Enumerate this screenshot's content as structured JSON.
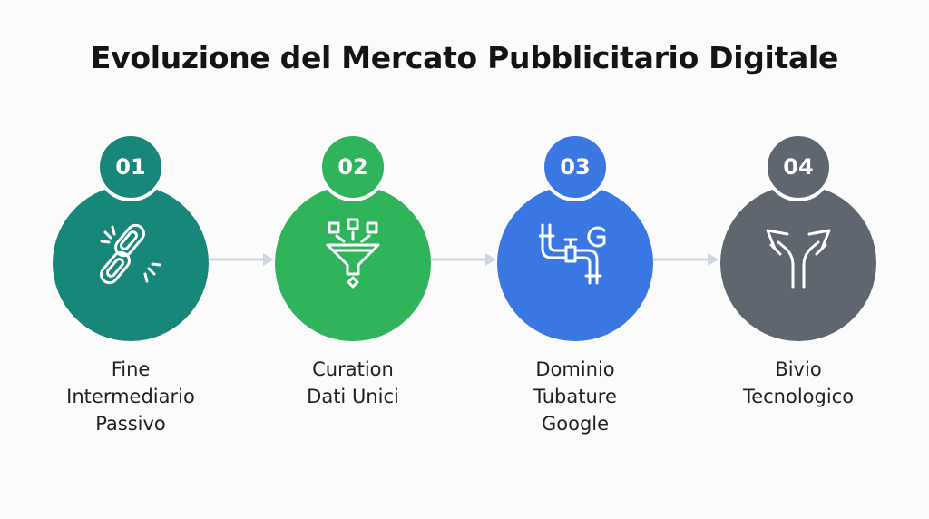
{
  "title": "Evoluzione del Mercato Pubblicitario Digitale",
  "steps": [
    {
      "number": "01",
      "label_lines": [
        "Fine",
        "Intermediario",
        "Passivo"
      ],
      "color": "#17877a",
      "icon": "broken-chain-icon"
    },
    {
      "number": "02",
      "label_lines": [
        "Curation",
        "Dati Unici"
      ],
      "color": "#2fb35b",
      "icon": "data-funnel-icon"
    },
    {
      "number": "03",
      "label_lines": [
        "Dominio",
        "Tubature",
        "Google"
      ],
      "color": "#3a77e2",
      "icon": "google-pipes-icon"
    },
    {
      "number": "04",
      "label_lines": [
        "Bivio",
        "Tecnologico"
      ],
      "color": "#5f6670",
      "icon": "fork-arrows-icon"
    }
  ],
  "connector_color": "#cfd6e0"
}
